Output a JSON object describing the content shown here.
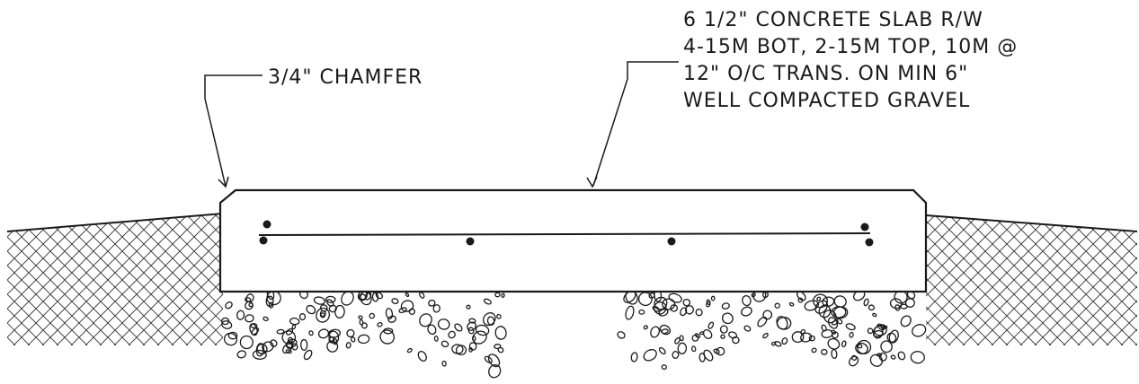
{
  "labels": {
    "chamfer": "3/4\" CHAMFER",
    "slab_spec_lines": [
      "6 1/2\" CONCRETE SLAB R/W",
      "4-15M BOT, 2-15M TOP, 10M @",
      "12\" O/C TRANS. ON MIN 6\"",
      "WELL COMPACTED GRAVEL"
    ]
  },
  "colors": {
    "ink": "#1a1a1a",
    "paper": "#ffffff"
  }
}
